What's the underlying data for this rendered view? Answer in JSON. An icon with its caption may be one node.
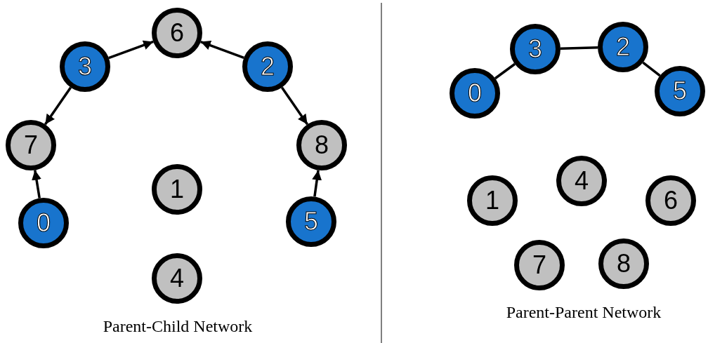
{
  "diagram": {
    "nodes": [
      {
        "text": [
          "6"
        ]
      },
      {
        "text": [
          "3"
        ]
      },
      {
        "text": [
          "2"
        ]
      },
      {
        "text": [
          "7"
        ]
      },
      {
        "text": [
          "8"
        ]
      },
      {
        "text": [
          "1"
        ]
      },
      {
        "text": [
          "0"
        ]
      },
      {
        "text": [
          "5"
        ]
      },
      {
        "text": [
          "4"
        ]
      },
      {
        "text": [
          "3"
        ]
      },
      {
        "text": [
          "2"
        ]
      },
      {
        "text": [
          "0"
        ]
      },
      {
        "text": [
          "5"
        ]
      },
      {
        "text": [
          "4"
        ]
      },
      {
        "text": [
          "1"
        ]
      },
      {
        "text": [
          "6"
        ]
      },
      {
        "text": [
          "7"
        ]
      },
      {
        "text": [
          "8"
        ]
      }
    ],
    "edges": [
      {
        "from": 1,
        "to": 0,
        "arrow": "to"
      },
      {
        "from": 2,
        "to": 0,
        "arrow": "to"
      },
      {
        "from": 1,
        "to": 3,
        "arrow": "to"
      },
      {
        "from": 2,
        "to": 4,
        "arrow": "to"
      },
      {
        "from": 6,
        "to": 3,
        "arrow": "to"
      },
      {
        "from": 7,
        "to": 4,
        "arrow": "to"
      },
      {
        "from": 11,
        "to": 9,
        "arrow": "none"
      },
      {
        "from": 9,
        "to": 10,
        "arrow": "none"
      },
      {
        "from": 10,
        "to": 12,
        "arrow": "none"
      }
    ],
    "labels": [
      "Parent-Child Network",
      "Parent-Parent Network"
    ]
  }
}
